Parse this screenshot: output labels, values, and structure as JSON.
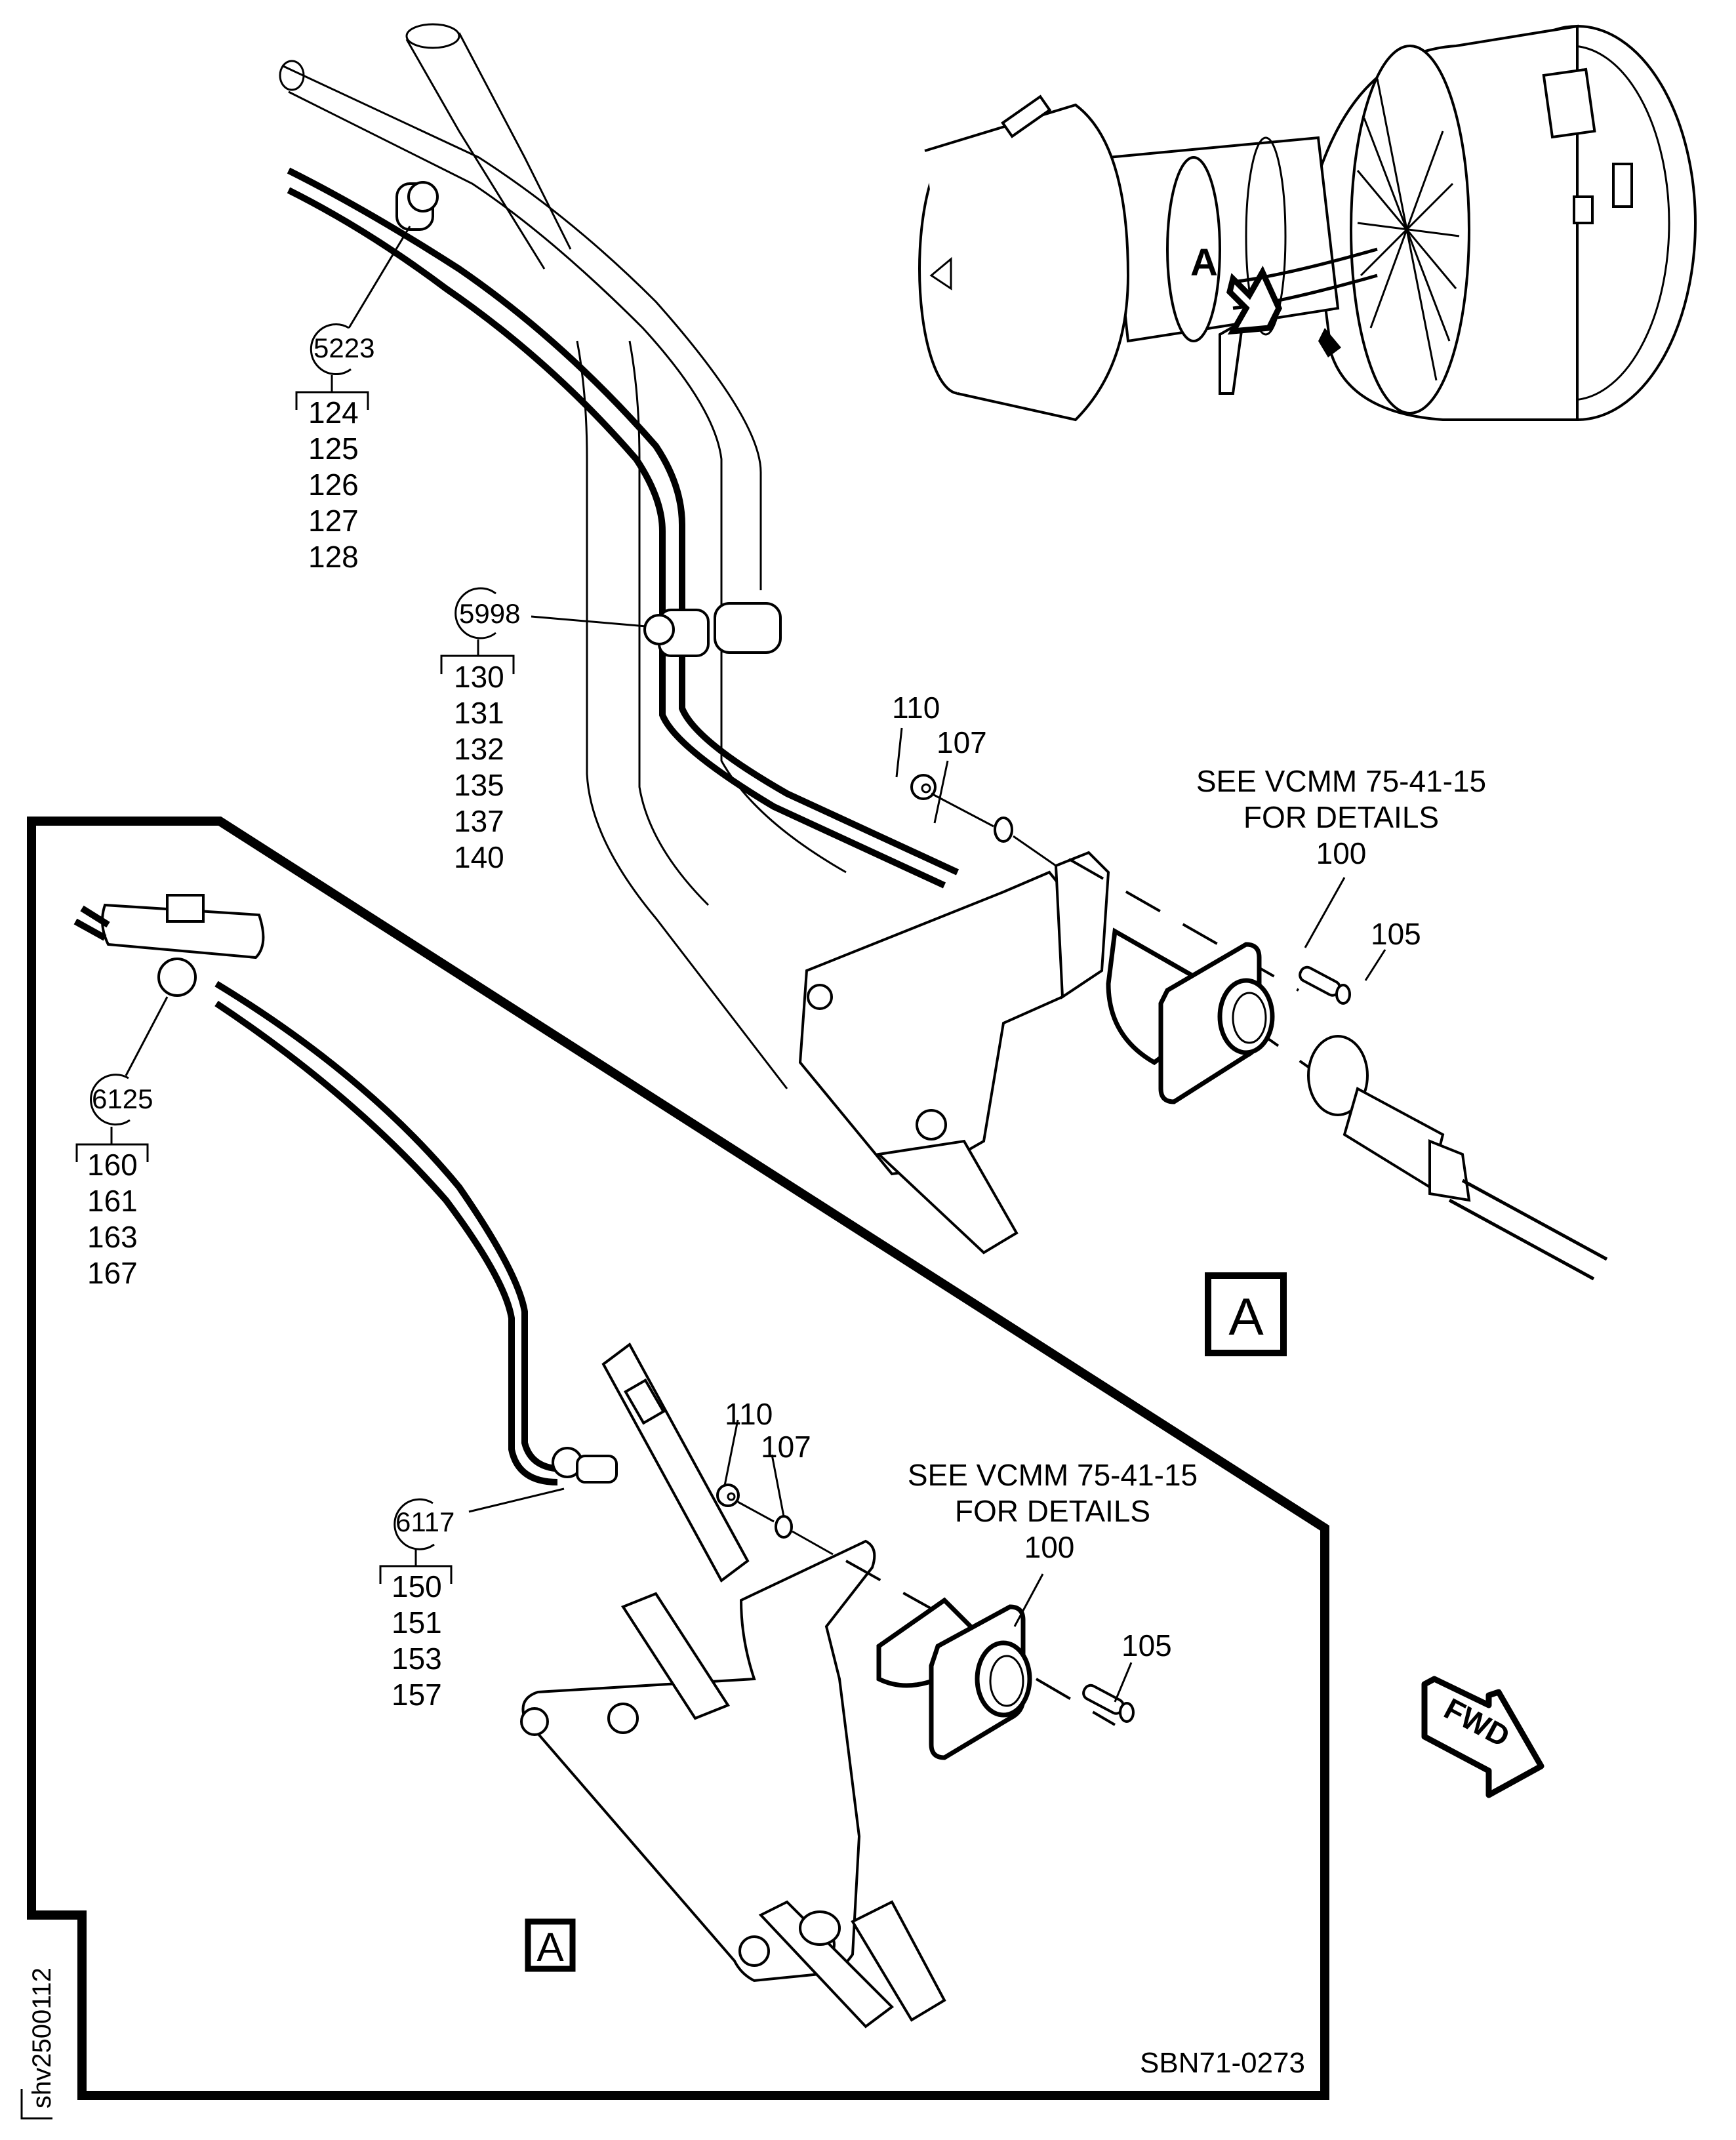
{
  "figure": {
    "document_ref": "SBN71-0273",
    "sheet_id": "shv2500112",
    "view_marker": "A",
    "fwd_indicator": "FWD"
  },
  "main_view": {
    "engine_locator_label": "A",
    "callouts": [
      {
        "id": "c5223",
        "circle_label": "5223",
        "items": [
          "124",
          "125",
          "126",
          "127",
          "128"
        ]
      },
      {
        "id": "c5998",
        "circle_label": "5998",
        "items": [
          "130",
          "131",
          "132",
          "135",
          "137",
          "140"
        ]
      }
    ],
    "part_labels": {
      "nut": "110",
      "washer": "107",
      "connector": "100",
      "bolt": "105"
    },
    "note": {
      "line1": "SEE VCMM 75-41-15",
      "line2": "FOR DETAILS"
    },
    "view_tag": "A"
  },
  "detail_view": {
    "callouts": [
      {
        "id": "c6125",
        "circle_label": "6125",
        "items": [
          "160",
          "161",
          "163",
          "167"
        ]
      },
      {
        "id": "c6117",
        "circle_label": "6117",
        "items": [
          "150",
          "151",
          "153",
          "157"
        ]
      }
    ],
    "part_labels": {
      "nut": "110",
      "washer": "107",
      "connector": "100",
      "bolt": "105"
    },
    "note": {
      "line1": "SEE VCMM 75-41-15",
      "line2": "FOR DETAILS"
    },
    "view_tag": "A"
  }
}
